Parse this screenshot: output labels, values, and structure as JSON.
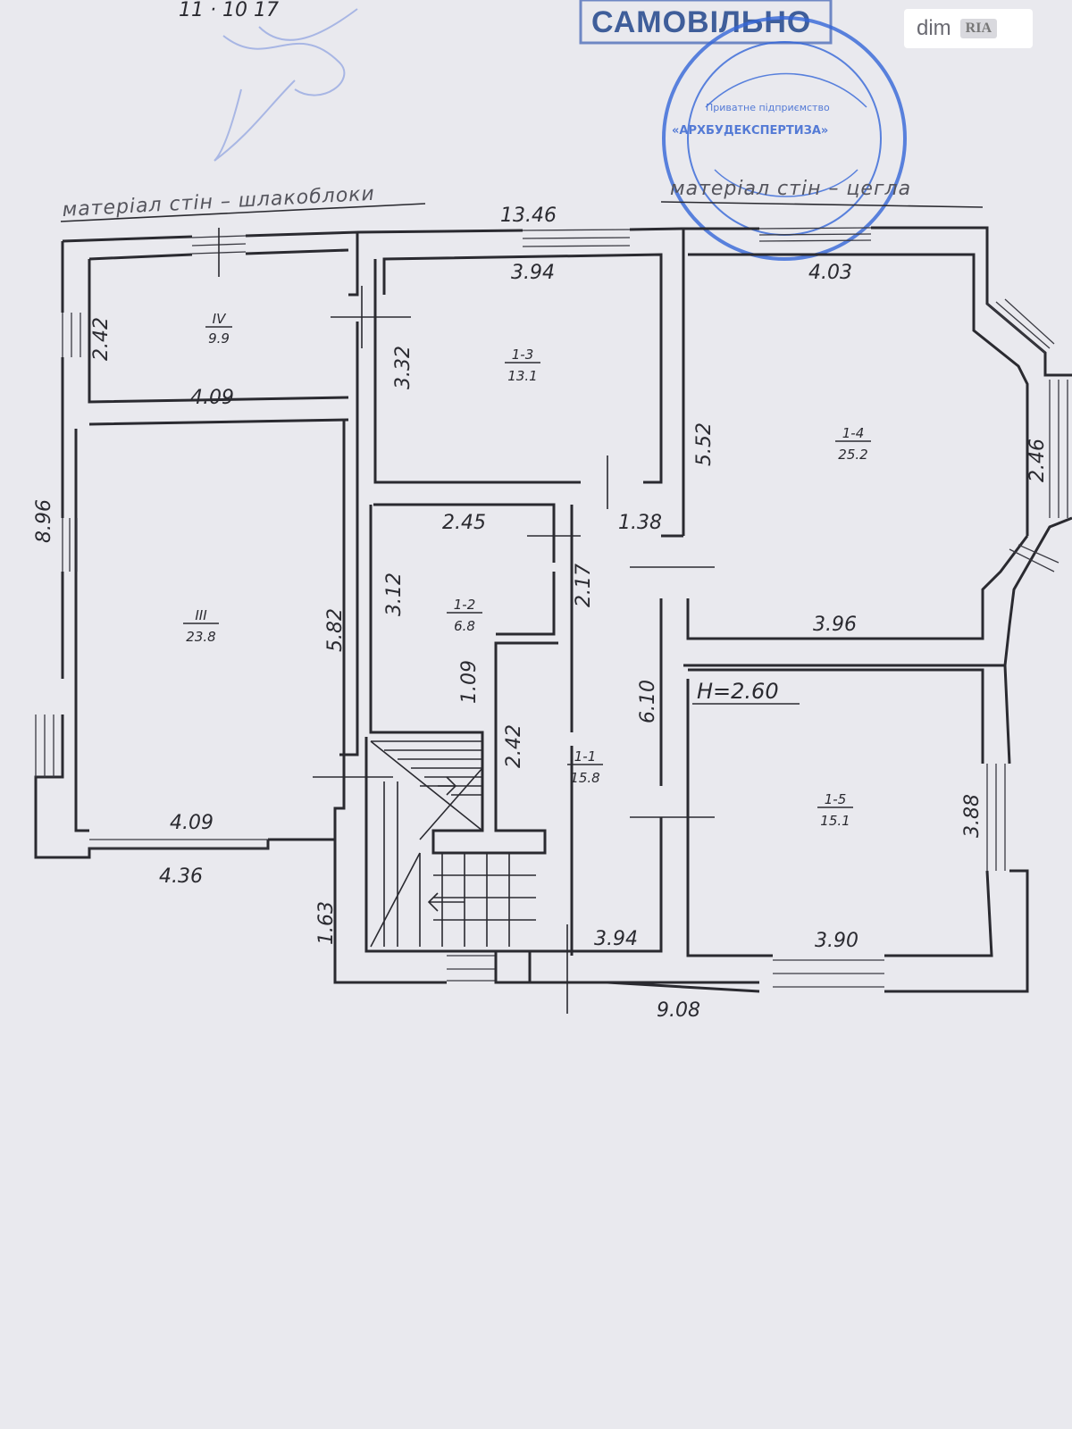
{
  "stamp_top": "САМОВІЛЬНО",
  "seal": {
    "line1": "Приватне підприємство",
    "line2": "«АРХБУДЕКСПЕРТИЗА»"
  },
  "brand": {
    "name": "dim",
    "badge": "RIA"
  },
  "materials": {
    "left": "матеріал стін – шлакоблоки",
    "right": "матеріал стін – цегла"
  },
  "ceiling_height": "H=2.60",
  "rooms": [
    {
      "id": "IV",
      "area": "9.9"
    },
    {
      "id": "III",
      "area": "23.8"
    },
    {
      "id": "1-3",
      "area": "13.1"
    },
    {
      "id": "1-2",
      "area": "6.8"
    },
    {
      "id": "1-1",
      "area": "15.8"
    },
    {
      "id": "1-4",
      "area": "25.2"
    },
    {
      "id": "1-5",
      "area": "15.1"
    }
  ],
  "dimensions": {
    "overall_top": "13.46",
    "overall_bottom": "9.08",
    "overall_left": "8.96",
    "iv_height": "2.42",
    "iv_width": "4.09",
    "iii_width_inner": "4.09",
    "iii_width_outer": "4.36",
    "iii_height": "5.82",
    "r13_width": "3.94",
    "r13_height": "3.32",
    "r12_width": "2.45",
    "r12_height": "3.12",
    "r12_step": "1.09",
    "corridor_top": "1.38",
    "corridor_upper": "2.17",
    "corridor_left": "2.42",
    "corridor_height": "6.10",
    "corridor_bottom": "3.94",
    "stair_height": "1.63",
    "r14_width_top": "4.03",
    "r14_height": "5.52",
    "r14_bay": "2.46",
    "r14_width_bottom": "3.96",
    "r15_width": "3.90",
    "r15_height": "3.88"
  }
}
